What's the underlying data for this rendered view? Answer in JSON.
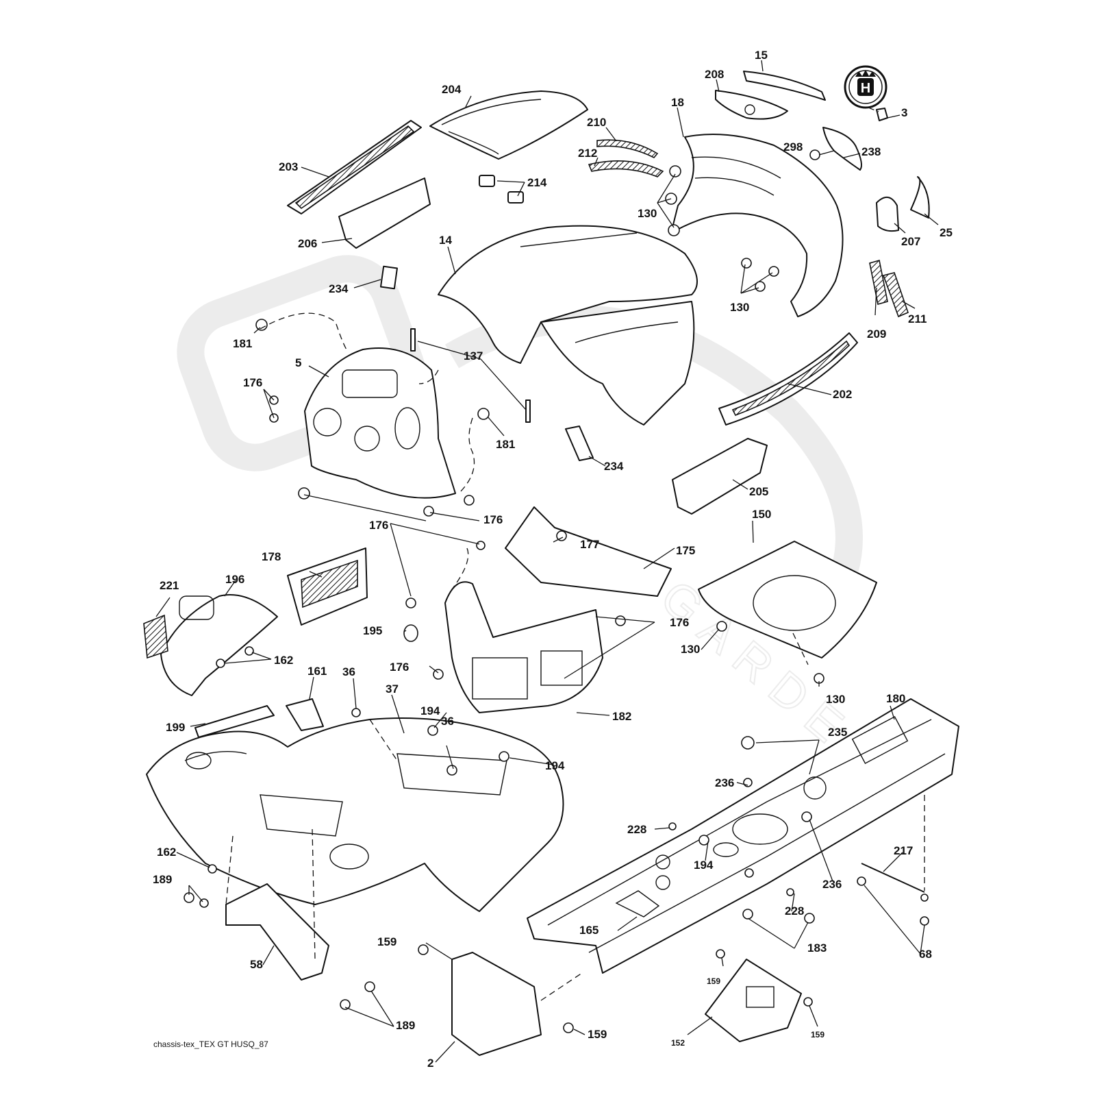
{
  "diagram": {
    "caption": "chassis-tex_TEX GT HUSQ_87",
    "logo": {
      "name": "husqvarna-crown-h-logo",
      "text": "H"
    },
    "watermark": {
      "text": "GARDEN"
    },
    "callouts": [
      {
        "id": "15",
        "label": "15"
      },
      {
        "id": "208",
        "label": "208"
      },
      {
        "id": "204",
        "label": "204"
      },
      {
        "id": "18",
        "label": "18"
      },
      {
        "id": "3",
        "label": "3"
      },
      {
        "id": "210",
        "label": "210"
      },
      {
        "id": "298",
        "label": "298"
      },
      {
        "id": "238",
        "label": "238"
      },
      {
        "id": "212",
        "label": "212"
      },
      {
        "id": "203",
        "label": "203"
      },
      {
        "id": "214",
        "label": "214"
      },
      {
        "id": "130a",
        "label": "130"
      },
      {
        "id": "25",
        "label": "25"
      },
      {
        "id": "207",
        "label": "207"
      },
      {
        "id": "206",
        "label": "206"
      },
      {
        "id": "14",
        "label": "14"
      },
      {
        "id": "234a",
        "label": "234"
      },
      {
        "id": "130b",
        "label": "130"
      },
      {
        "id": "211",
        "label": "211"
      },
      {
        "id": "209",
        "label": "209"
      },
      {
        "id": "181a",
        "label": "181"
      },
      {
        "id": "137",
        "label": "137"
      },
      {
        "id": "5",
        "label": "5"
      },
      {
        "id": "176a",
        "label": "176"
      },
      {
        "id": "202",
        "label": "202"
      },
      {
        "id": "181b",
        "label": "181"
      },
      {
        "id": "234b",
        "label": "234"
      },
      {
        "id": "205",
        "label": "205"
      },
      {
        "id": "176b",
        "label": "176"
      },
      {
        "id": "150",
        "label": "150"
      },
      {
        "id": "176c",
        "label": "176"
      },
      {
        "id": "177",
        "label": "177"
      },
      {
        "id": "175",
        "label": "175"
      },
      {
        "id": "178",
        "label": "178"
      },
      {
        "id": "196",
        "label": "196"
      },
      {
        "id": "221",
        "label": "221"
      },
      {
        "id": "176d",
        "label": "176"
      },
      {
        "id": "195",
        "label": "195"
      },
      {
        "id": "130c",
        "label": "130"
      },
      {
        "id": "162a",
        "label": "162"
      },
      {
        "id": "176e",
        "label": "176"
      },
      {
        "id": "161",
        "label": "161"
      },
      {
        "id": "36a",
        "label": "36"
      },
      {
        "id": "130d",
        "label": "130"
      },
      {
        "id": "37",
        "label": "37"
      },
      {
        "id": "194a",
        "label": "194"
      },
      {
        "id": "182",
        "label": "182"
      },
      {
        "id": "180",
        "label": "180"
      },
      {
        "id": "199",
        "label": "199"
      },
      {
        "id": "36b",
        "label": "36"
      },
      {
        "id": "235",
        "label": "235"
      },
      {
        "id": "194b",
        "label": "194"
      },
      {
        "id": "236a",
        "label": "236"
      },
      {
        "id": "228a",
        "label": "228"
      },
      {
        "id": "162b",
        "label": "162"
      },
      {
        "id": "194c",
        "label": "194"
      },
      {
        "id": "217",
        "label": "217"
      },
      {
        "id": "236b",
        "label": "236"
      },
      {
        "id": "189a",
        "label": "189"
      },
      {
        "id": "228b",
        "label": "228"
      },
      {
        "id": "165",
        "label": "165"
      },
      {
        "id": "183",
        "label": "183"
      },
      {
        "id": "68",
        "label": "68"
      },
      {
        "id": "58",
        "label": "58"
      },
      {
        "id": "159a",
        "label": "159"
      },
      {
        "id": "159b",
        "label": "159"
      },
      {
        "id": "189b",
        "label": "189"
      },
      {
        "id": "159c",
        "label": "159"
      },
      {
        "id": "159d",
        "label": "159"
      },
      {
        "id": "152",
        "label": "152"
      },
      {
        "id": "2",
        "label": "2"
      }
    ]
  }
}
